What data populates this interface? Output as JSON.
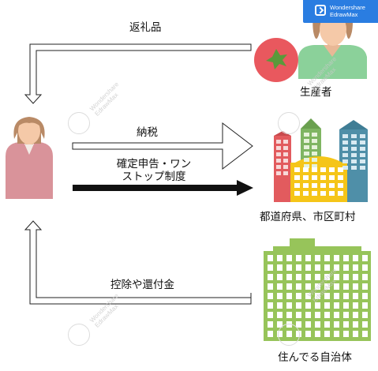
{
  "labels": {
    "top_arrow": "返礼品",
    "producer": "生産者",
    "tax_arrow": "納税",
    "one_stop_line1": "確定申告・ワン",
    "one_stop_line2": "ストップ制度",
    "municipality": "都道府県、市区町村",
    "deduction_arrow": "控除や還付金",
    "residence": "住んでる自治体"
  },
  "watermark": {
    "badge_line1": "Wondershare",
    "badge_line2": "EdrawMax",
    "tile_line1": "Wondershare",
    "tile_line2": "EdrawMax"
  },
  "colors": {
    "person_skin": "#f5c9a8",
    "person_hair": "#b98a66",
    "taxpayer_shirt": "#d9939a",
    "producer_shirt": "#8bd19a",
    "tomato": "#e9585e",
    "building_red": "#e25b5e",
    "building_green": "#7fb562",
    "building_blue": "#4f8fa8",
    "building_yellow": "#f5c518",
    "city_hall": "#97c45a",
    "arrow_black": "#111111",
    "badge_blue": "#2a7de1"
  }
}
